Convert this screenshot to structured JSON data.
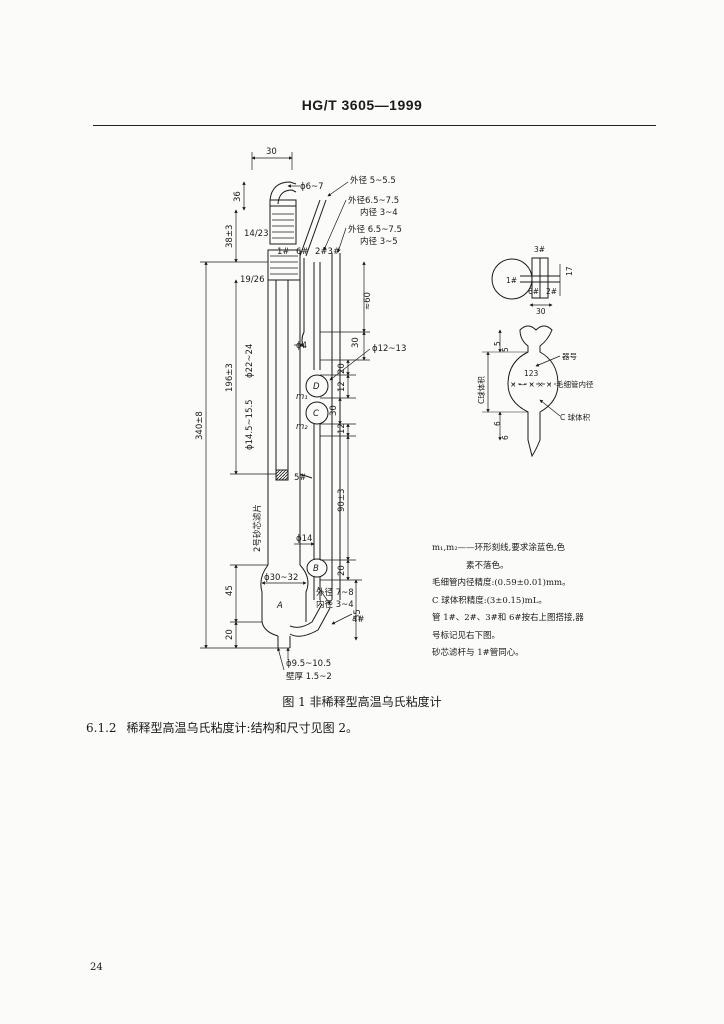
{
  "header": {
    "standard_code": "HG/T 3605—1999"
  },
  "figure": {
    "top_width": "30",
    "d_tip": "ϕ6~7",
    "od_top": "外径 5~5.5",
    "od2": "外径6.5~7.5",
    "id2": "内径 3~4",
    "od3": "外径 6.5~7.5",
    "id3": "内径 3~5",
    "h36": "36",
    "joint1424": "14/23",
    "h38": "38±3",
    "tube1": "1#",
    "tube6": "6#",
    "tube23": "2#3#",
    "joint1926": "19/26",
    "h60": "≈60",
    "d4": "ϕ4",
    "h30": "30",
    "d1213": "ϕ12~13",
    "len196": "196±3",
    "d2224": "ϕ22~24",
    "bulbD": "D",
    "m1": "m₁",
    "m2": "m₂",
    "bulbC": "C",
    "h20a": "20",
    "h12a": "12",
    "h30b": "30",
    "h12b": "12",
    "len340": "340±8",
    "d145": "ϕ14.5~15.5",
    "tube5": "5#",
    "frit": "2号砂芯滤片",
    "h90": "90±3",
    "d14": "ϕ14",
    "bulbB": "B",
    "h20b": "20",
    "d3032": "ϕ30~32",
    "h45": "45",
    "bulbA": "A",
    "od78": "外径 7~8",
    "id34": "内径 3~4",
    "tube4": "4#",
    "h55": "55",
    "h20c": "20",
    "d95": "ϕ9.5~10.5",
    "wall": "壁厚 1.5~2"
  },
  "detail": {
    "t3": "3#",
    "t1": "1#",
    "t6": "6#",
    "t2": "2#",
    "h17": "17",
    "w30": "30",
    "h5a": "5",
    "h5b": "5",
    "ser": "123",
    "label_no": "器号",
    "cap_marks": "× — × × ×",
    "cap_label": "毛细管内径",
    "c_height": "C球体积",
    "c_vol": "C 球体积",
    "h6a": "6",
    "h6b": "6"
  },
  "notes": {
    "n1": "m₁,m₂——环形刻线,要求涂蓝色,色",
    "n1b": "素不落色。",
    "n2": "毛细管内径精度:(0.59±0.01)mm。",
    "n3": "C 球体积精度:(3±0.15)mL。",
    "n4": "管 1#、2#、3#和 6#按右上图搭接,器",
    "n4b": "号标记见右下图。",
    "n5": "砂芯滤杆与 1#管同心。"
  },
  "caption": "图 1 非稀释型高温乌氏粘度计",
  "paragraph": {
    "number": "6.1.2",
    "text": "稀释型高温乌氏粘度计:结构和尺寸见图 2。"
  },
  "page_number": "24"
}
